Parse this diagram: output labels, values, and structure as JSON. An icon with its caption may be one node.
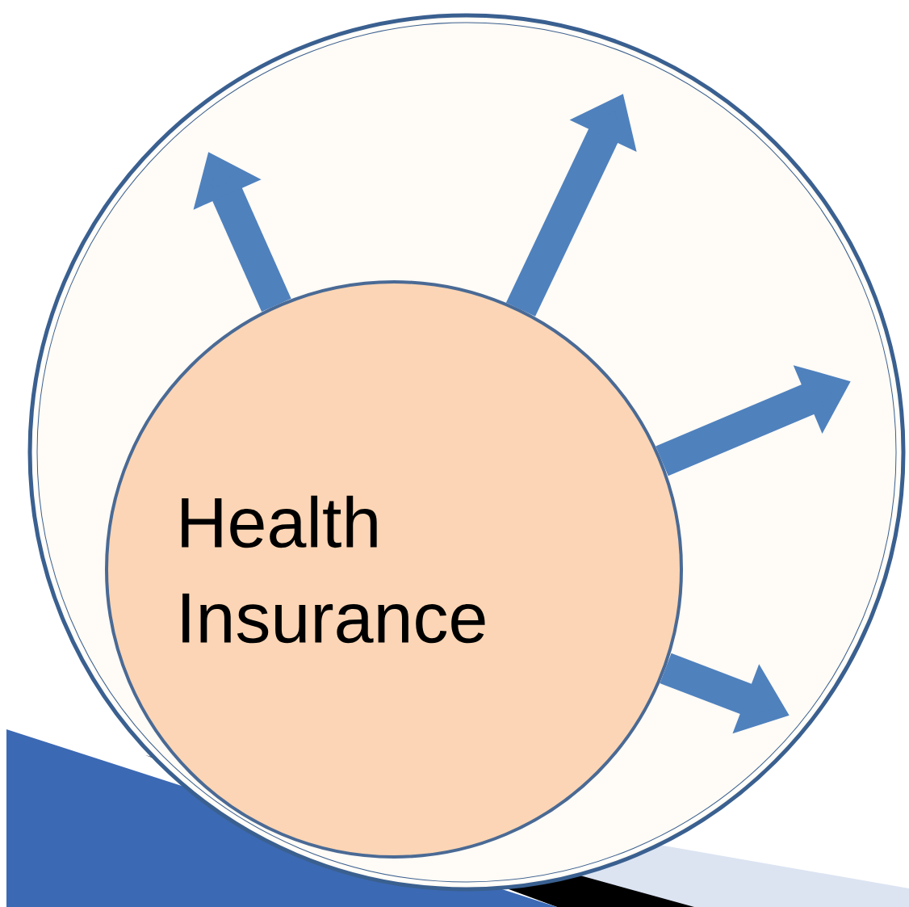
{
  "diagram": {
    "nodes": [
      {
        "text": [],
        "shape": "circle"
      },
      {
        "text": [
          "Health Insurance"
        ],
        "in": 0
      }
    ],
    "edges": [
      {
        "from": 1,
        "to": null,
        "arrow": "to"
      },
      {
        "from": 1,
        "to": null,
        "arrow": "to"
      },
      {
        "from": 1,
        "to": null,
        "arrow": "to"
      },
      {
        "from": 1,
        "to": null,
        "arrow": "to"
      }
    ]
  }
}
